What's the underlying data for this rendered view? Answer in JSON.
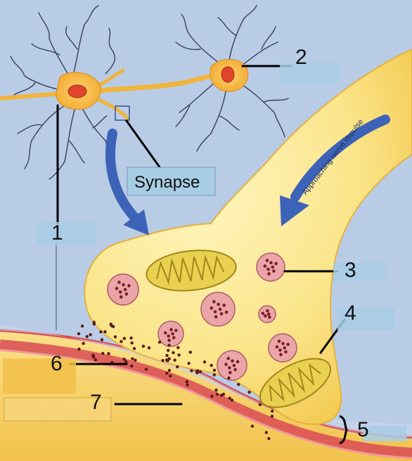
{
  "labels": {
    "synapse": "Synapse",
    "impulse": "Approaching nerve impulse",
    "n1": "1",
    "n2": "2",
    "n3": "3",
    "n4": "4",
    "n5": "5",
    "n6": "6",
    "n7": "7"
  },
  "colors": {
    "background": "#b9cce6",
    "neuron": "#f2c64a",
    "terminal": "#fbe58a",
    "vesicle": "#eaa5a8",
    "mitochondrion": "#e8d050",
    "membrane": "#d94b55",
    "arrow": "#3d63b8",
    "label_box": "#a7cde4"
  }
}
